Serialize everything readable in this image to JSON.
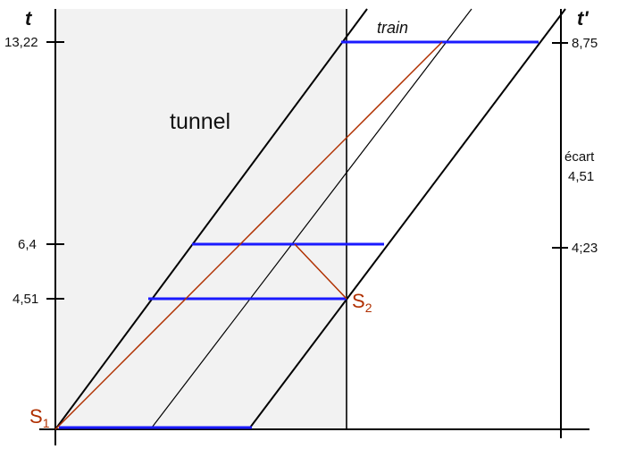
{
  "axes": {
    "left_label": "t",
    "right_label": "t'"
  },
  "left_ticks": [
    "13,22",
    "6,4",
    "4,51"
  ],
  "right_ticks": [
    "8,75",
    "4;23"
  ],
  "annotation": {
    "line1": "écart",
    "line2": "4,51"
  },
  "region_labels": {
    "tunnel": "tunnel",
    "train": "train"
  },
  "events": {
    "s1": "S",
    "s1_sub": "1",
    "s2": "S",
    "s2_sub": "2"
  },
  "colors": {
    "simultaneity": "#1a1aff",
    "signal": "#b03000",
    "tunnel_fill": "#f2f2f2",
    "worldline": "#000000"
  }
}
